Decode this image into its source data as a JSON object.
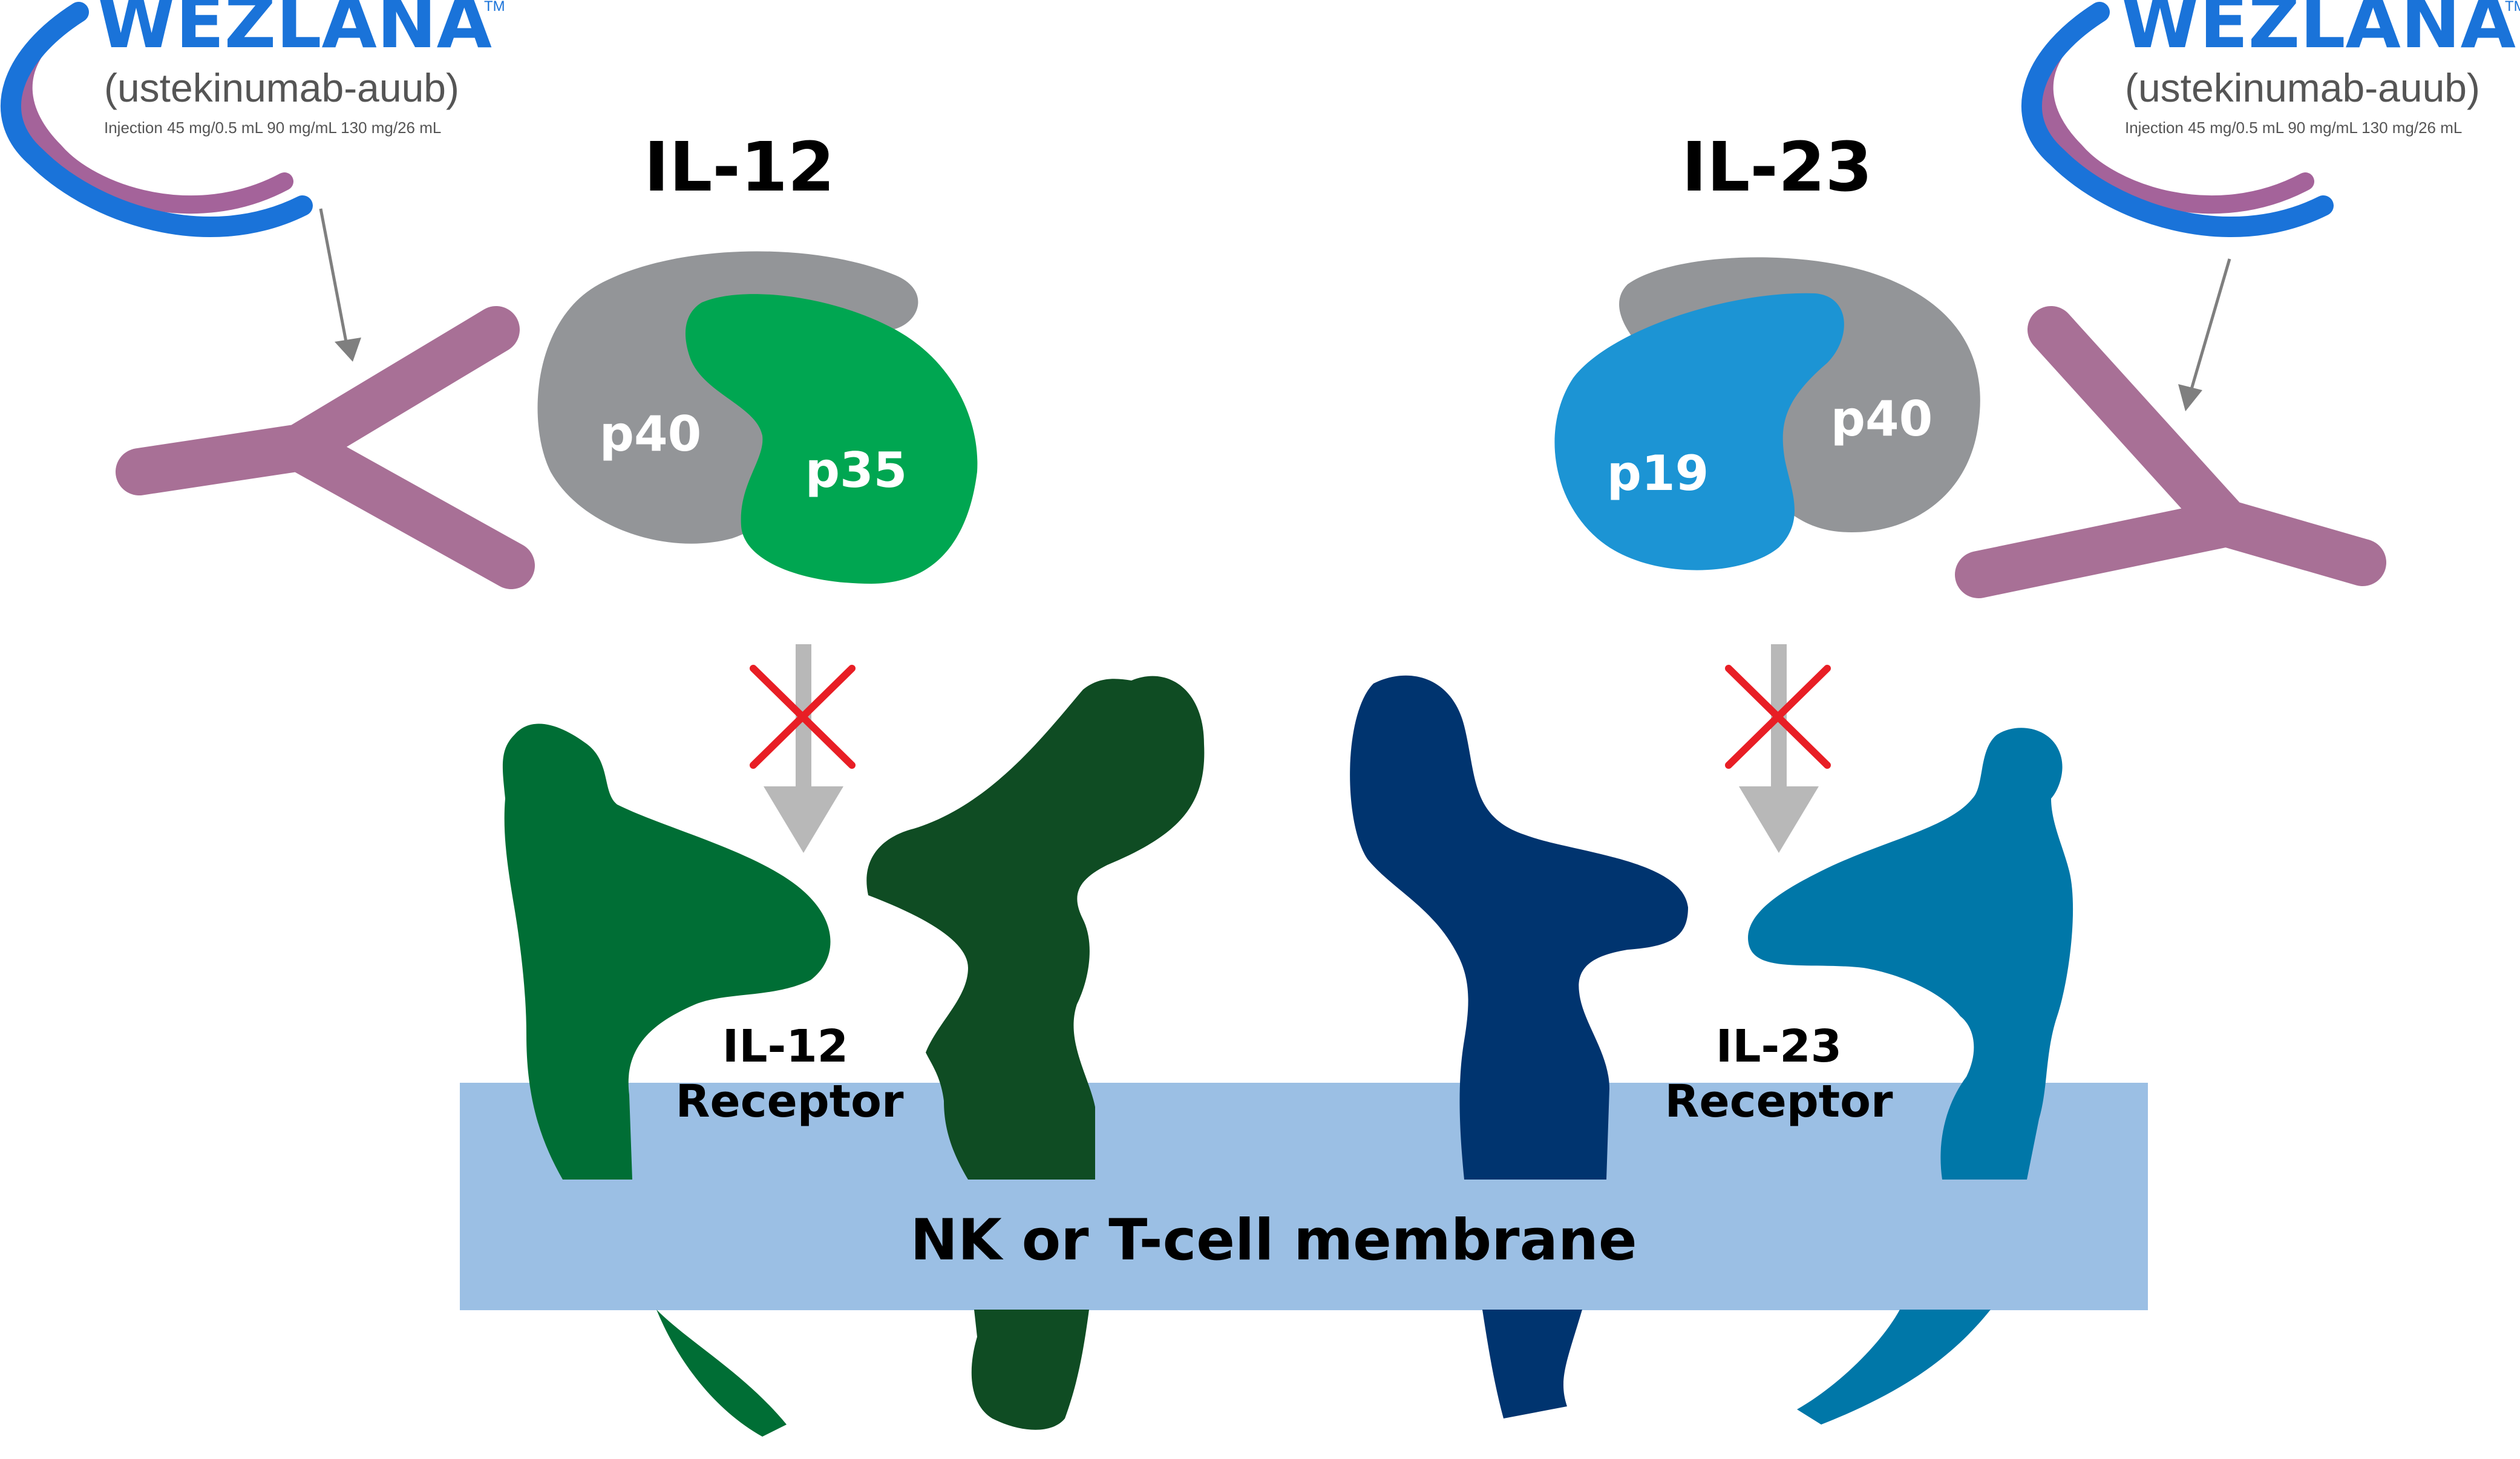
{
  "logo": {
    "brand": "WEZLANA",
    "trademark": "TM",
    "generic_name": "(ustekinumab-auub)",
    "dosage_text": "Injection 45 mg/0.5 mL 90 mg/mL 130 mg/26 mL"
  },
  "il12": {
    "title": "IL-12",
    "subunit_a": "p40",
    "subunit_b": "p35",
    "receptor_label_line1": "IL-12",
    "receptor_label_line2": "Receptor"
  },
  "il23": {
    "title": "IL-23",
    "subunit_a": "p19",
    "subunit_b": "p40",
    "receptor_label_line1": "IL-23",
    "receptor_label_line2": "Receptor"
  },
  "membrane": {
    "label": "NK or T-cell membrane"
  },
  "colors": {
    "antibody": "#A87096",
    "p40": "#939598",
    "p35": "#00A651",
    "p19": "#1C94D4",
    "il12_receptor_a": "#006E35",
    "il12_receptor_b": "#0F4C23",
    "il23_receptor_a": "#00346F",
    "il23_receptor_b": "#0077A8",
    "membrane": "#9BBFE4",
    "block_x": "#E81E25",
    "signal_arrow": "#B8B8B8",
    "brand_blue": "#1A73D9",
    "brand_purple": "#A4639A"
  }
}
